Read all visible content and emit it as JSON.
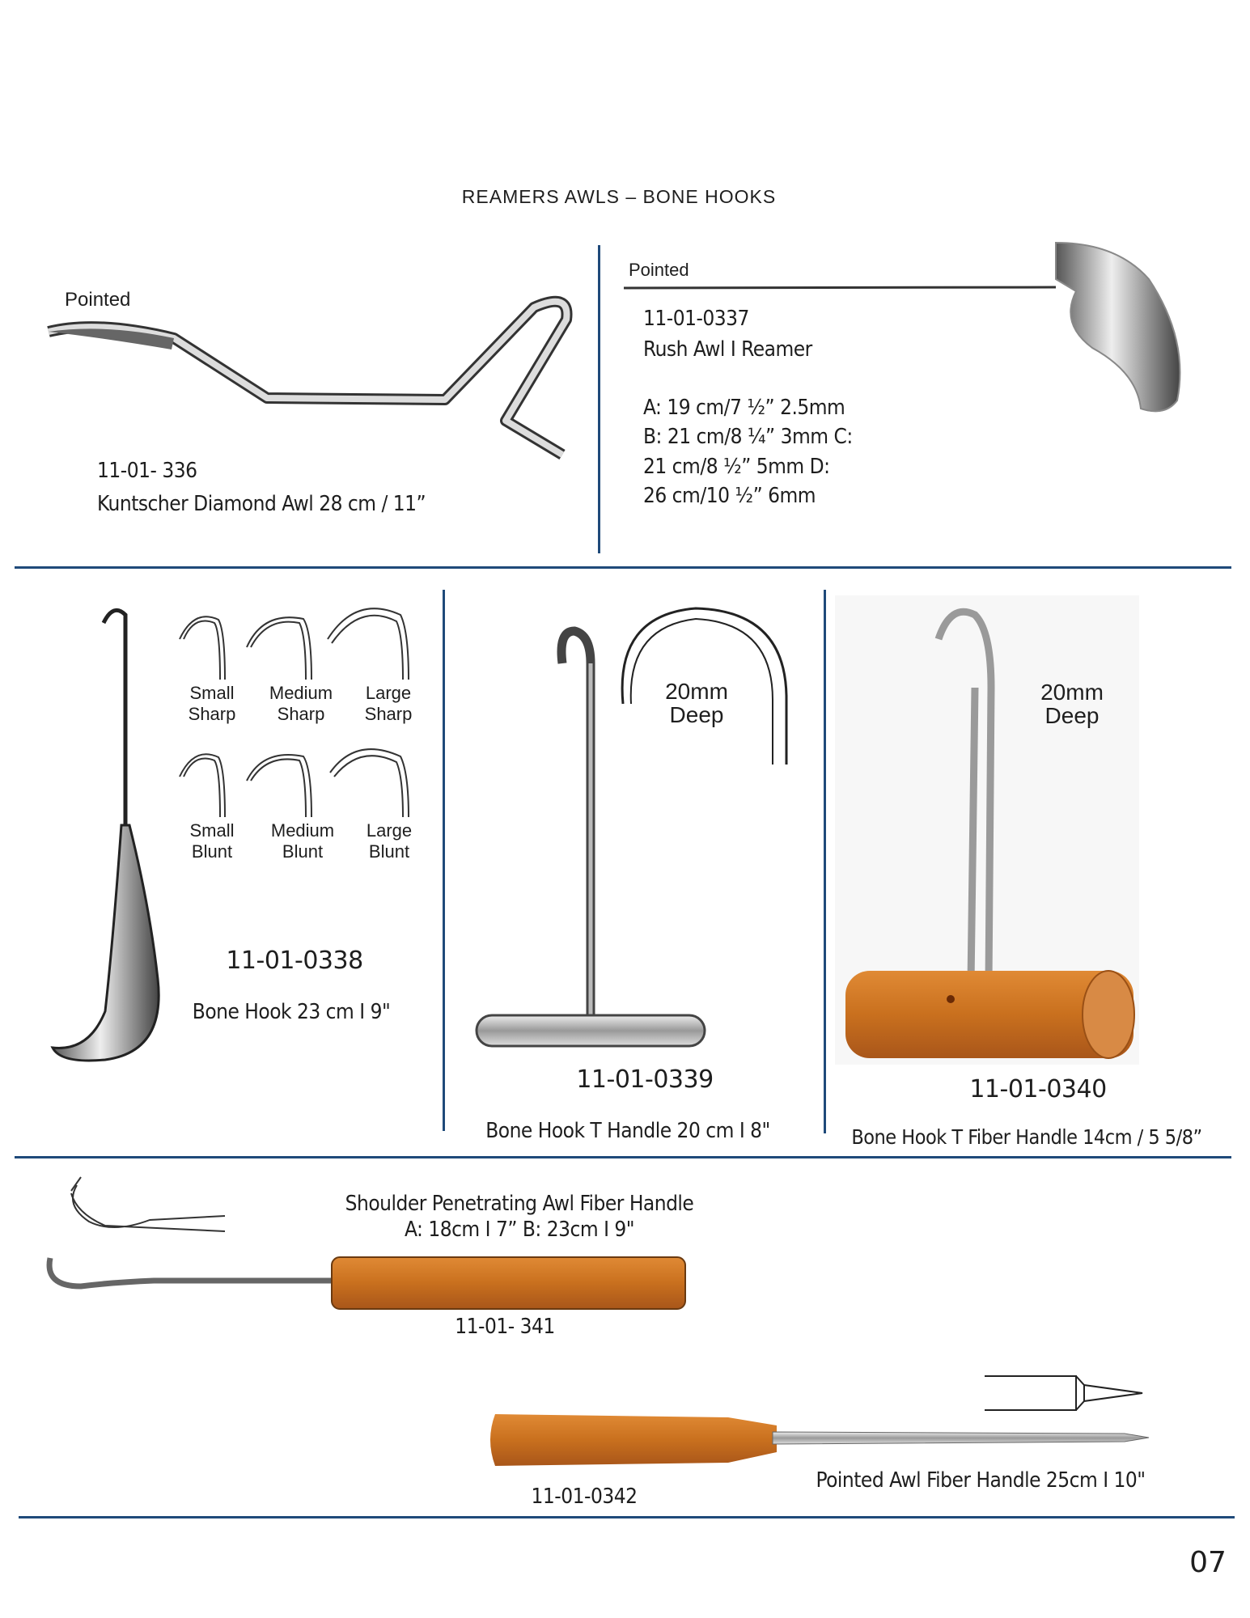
{
  "title": "REAMERS AWLS – BONE HOOKS",
  "page_number": "07",
  "kuntscher": {
    "tip_label": "Pointed",
    "code": "11-01- 336",
    "name": "Kuntscher Diamond Awl 28 cm / 11”"
  },
  "rush": {
    "tip_label": "Pointed",
    "code": "11-01-0337",
    "name": "Rush Awl I Reamer",
    "sizes": [
      "A: 19 cm/7 ½” 2.5mm",
      "B: 21 cm/8 ¼” 3mm C:",
      "21  cm/8  ½”  5mm  D:",
      "26 cm/10 ½” 6mm"
    ]
  },
  "bone_hook_338": {
    "code": "11-01-0338",
    "name": "Bone Hook 23 cm I 9\"",
    "variants": [
      {
        "size": "Small",
        "type": "Sharp"
      },
      {
        "size": "Medium",
        "type": "Sharp"
      },
      {
        "size": "Large",
        "type": "Sharp"
      },
      {
        "size": "Small",
        "type": "Blunt"
      },
      {
        "size": "Medium",
        "type": "Blunt"
      },
      {
        "size": "Large",
        "type": "Blunt"
      }
    ]
  },
  "bone_hook_339": {
    "depth_line1": "20mm",
    "depth_line2": "Deep",
    "code": "11-01-0339",
    "name": "Bone Hook T Handle 20 cm I 8\""
  },
  "bone_hook_340": {
    "depth_line1": "20mm",
    "depth_line2": "Deep",
    "code": "11-01-0340",
    "name": "Bone Hook T Fiber Handle 14cm / 5 5/8”"
  },
  "shoulder_awl": {
    "name": "Shoulder Penetrating Awl Fiber Handle",
    "sizes": "A: 18cm I 7” B: 23cm I 9\"",
    "code": "11-01- 341"
  },
  "pointed_awl": {
    "code": "11-01-0342",
    "name": "Pointed Awl Fiber Handle 25cm I 10\""
  },
  "colors": {
    "rule": "#1f4a7a",
    "fiber_handle": "#c8701e",
    "text": "#1e1e1e"
  }
}
